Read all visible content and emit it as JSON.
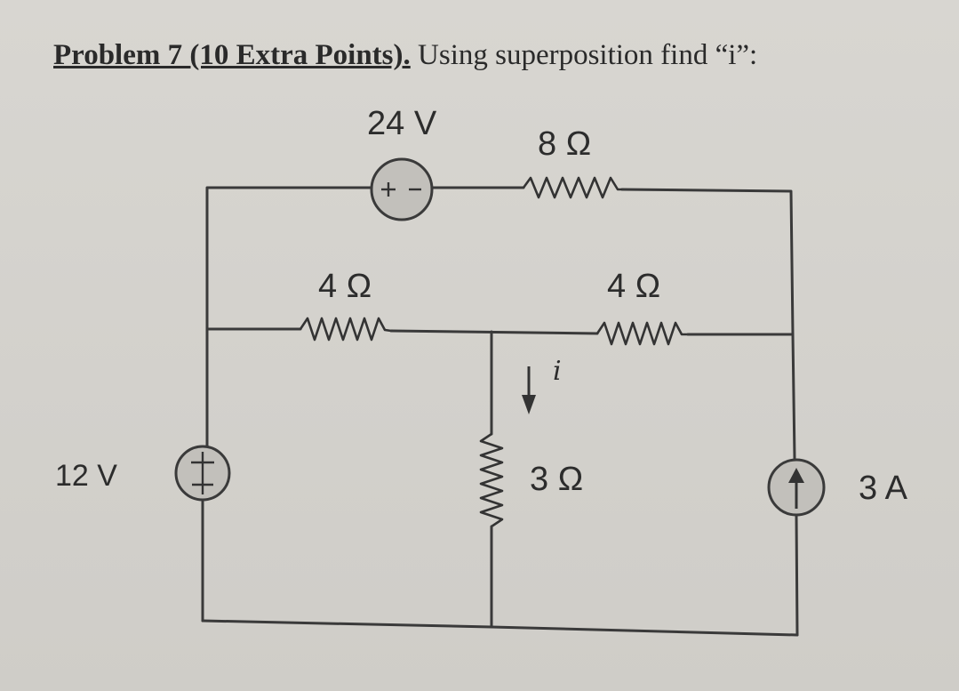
{
  "problem": {
    "bold_text": "Problem 7 (10 Extra Points).",
    "text": " Using superposition find “i”:"
  },
  "labels": {
    "v24": "24 V",
    "r8": "8 Ω",
    "r4_left": "4 Ω",
    "r4_right": "4 Ω",
    "i": "i",
    "r3": "3 Ω",
    "v12": "12 V",
    "a3": "3 A"
  },
  "source_symbols": {
    "v24": "+ −",
    "v12_plus": "+",
    "v12_minus": "−"
  }
}
